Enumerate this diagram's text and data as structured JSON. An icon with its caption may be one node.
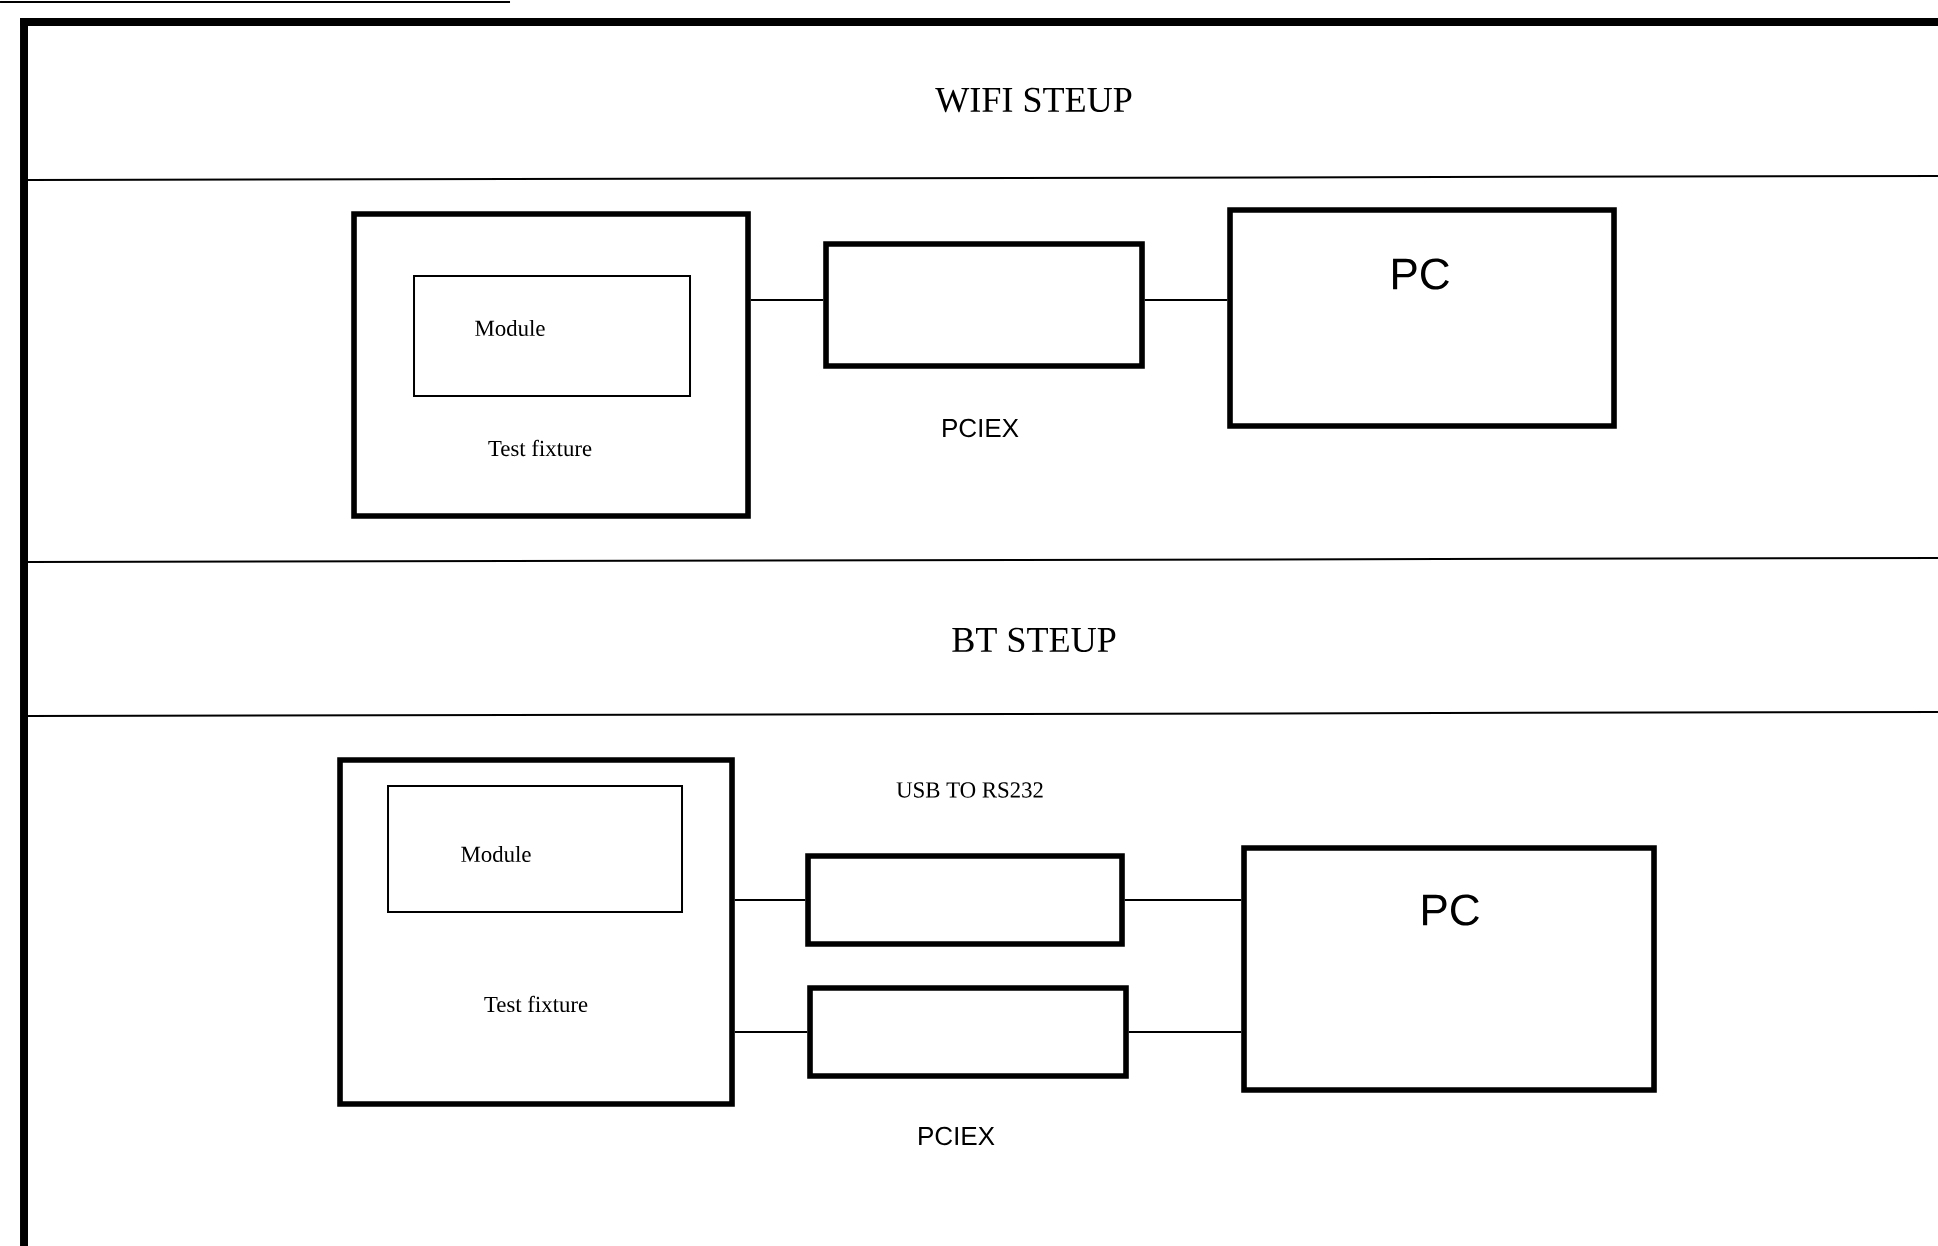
{
  "diagram": {
    "nodes": [
      {
        "text": [
          "Test fixture"
        ]
      },
      {
        "text": [
          "Module"
        ],
        "in": 0
      },
      {
        "text": [],
        "shape": "box",
        "beside": [
          "PCIEX"
        ]
      },
      {
        "text": [
          "PC"
        ]
      },
      {
        "text": [
          "Test fixture"
        ]
      },
      {
        "text": [
          "Module"
        ],
        "in": 4
      },
      {
        "text": [],
        "shape": "box",
        "beside": [
          "USB TO RS232"
        ]
      },
      {
        "text": [],
        "shape": "box",
        "beside": [
          "PCIEX"
        ]
      },
      {
        "text": [
          "PC"
        ]
      }
    ],
    "edges": [
      {
        "from": 0,
        "to": 2,
        "arrow": "none"
      },
      {
        "from": 2,
        "to": 3,
        "arrow": "none"
      },
      {
        "from": 4,
        "to": 6,
        "arrow": "none"
      },
      {
        "from": 6,
        "to": 8,
        "arrow": "none"
      },
      {
        "from": 4,
        "to": 7,
        "arrow": "none"
      },
      {
        "from": 7,
        "to": 8,
        "arrow": "none"
      }
    ],
    "labels": [
      "WIFI STEUP",
      "BT STEUP"
    ]
  }
}
